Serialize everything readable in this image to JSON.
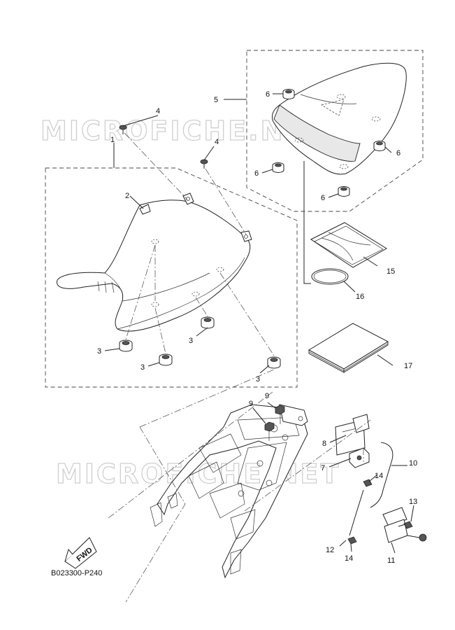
{
  "watermark": {
    "top": "MICROFICHE.NET",
    "middle": "MICROFICHE.NET"
  },
  "callouts": {
    "c1": "1",
    "c2": "2",
    "c3a": "3",
    "c3b": "3",
    "c3c": "3",
    "c3d": "3",
    "c4a": "4",
    "c4b": "4",
    "c5": "5",
    "c6a": "6",
    "c6b": "6",
    "c6c": "6",
    "c6d": "6",
    "c7": "7",
    "c8": "8",
    "c9a": "9",
    "c9b": "9",
    "c10": "10",
    "c11": "11",
    "c12": "12",
    "c13": "13",
    "c14a": "14",
    "c14b": "14",
    "c15": "15",
    "c16": "16",
    "c17": "17"
  },
  "fwd_label": "FWD",
  "diagram_code": "B023300-P240"
}
